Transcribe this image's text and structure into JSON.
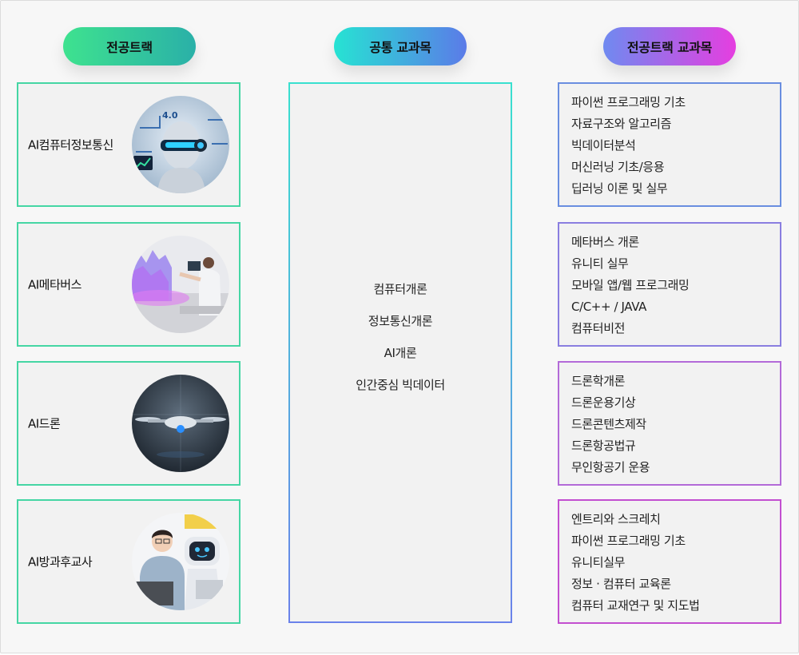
{
  "headers": {
    "major_track": "전공트랙",
    "common_courses": "공통 교과목",
    "track_courses": "전공트랙 교과목"
  },
  "tracks": [
    {
      "label": "AI컴퓨터정보통신",
      "image": "humanoid-vr-robot-illustration"
    },
    {
      "label": "AI메타버스",
      "image": "person-holographic-interface-photo"
    },
    {
      "label": "AI드론",
      "image": "drone-illustration"
    },
    {
      "label": "AI방과후교사",
      "image": "teacher-and-robot-illustration"
    }
  ],
  "common": [
    "컴퓨터개론",
    "정보통신개론",
    "AI개론",
    "인간중심 빅데이터"
  ],
  "track_courses": [
    {
      "color": "#6a8ee0",
      "items": [
        "파이썬 프로그래밍 기초",
        "자료구조와 알고리즘",
        "빅데이터분석",
        "머신러닝 기초/응용",
        "딥러닝 이론 및 실무"
      ]
    },
    {
      "color": "#8a7ee0",
      "items": [
        "메타버스 개론",
        "유니티 실무",
        "모바일 앱/웹 프로그래밍",
        "C/C++ / JAVA",
        "컴퓨터비전"
      ]
    },
    {
      "color": "#b36ad8",
      "items": [
        "드론학개론",
        "드론운용기상",
        "드론콘텐츠제작",
        "드론항공법규",
        "무인항공기 운용"
      ]
    },
    {
      "color": "#c34fd0",
      "items": [
        "엔트리와 스크레치",
        "파이썬 프로그래밍 기초",
        "유니티실무",
        "정보 · 컴퓨터 교육론",
        "컴퓨터 교재연구 및 지도법"
      ]
    }
  ]
}
